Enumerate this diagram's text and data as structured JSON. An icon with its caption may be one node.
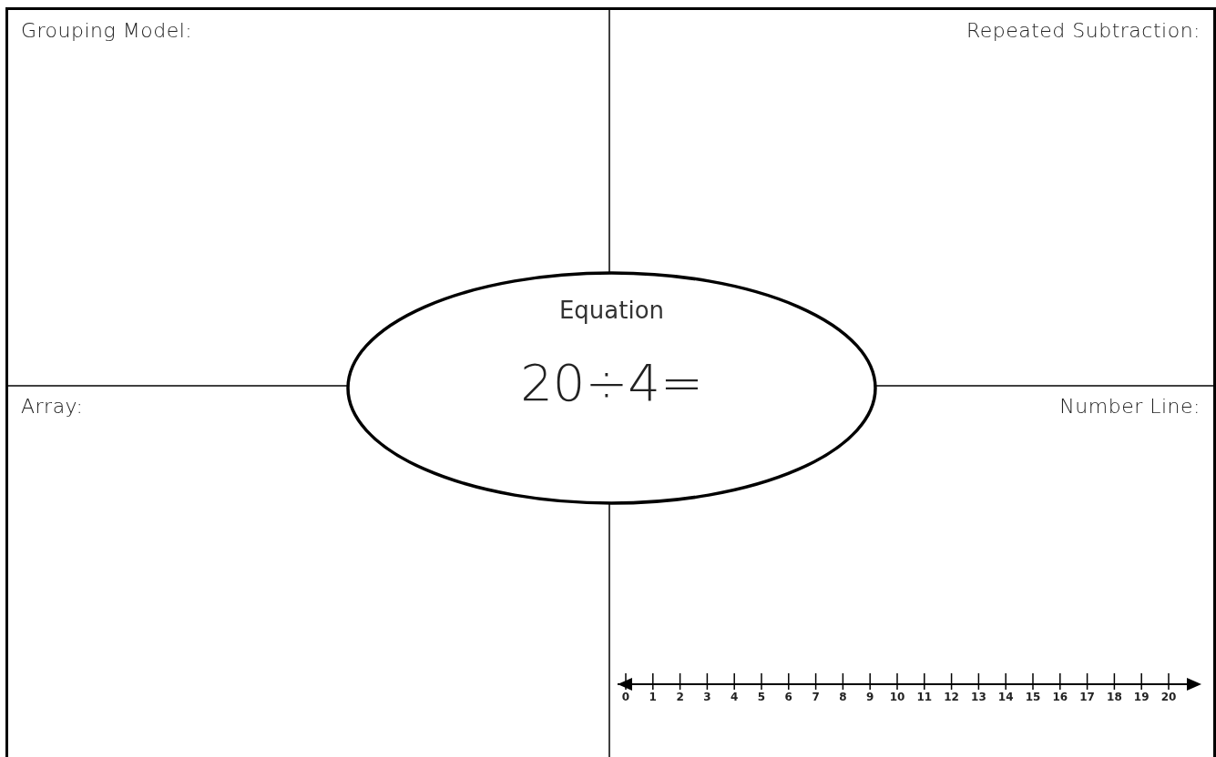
{
  "diagram": {
    "nodes": [
      {
        "text": [
          "Grouping Model:"
        ]
      },
      {
        "text": [
          "Repeated Subtraction:"
        ]
      },
      {
        "text": [
          "Array:"
        ]
      },
      {
        "text": [
          "Number Line:"
        ]
      },
      {
        "text": [
          "Equation",
          "20÷4="
        ]
      }
    ],
    "labels": [
      "0",
      "1",
      "2",
      "3",
      "4",
      "5",
      "6",
      "7",
      "8",
      "9",
      "10",
      "11",
      "12",
      "13",
      "14",
      "15",
      "16",
      "17",
      "18",
      "19",
      "20"
    ]
  }
}
